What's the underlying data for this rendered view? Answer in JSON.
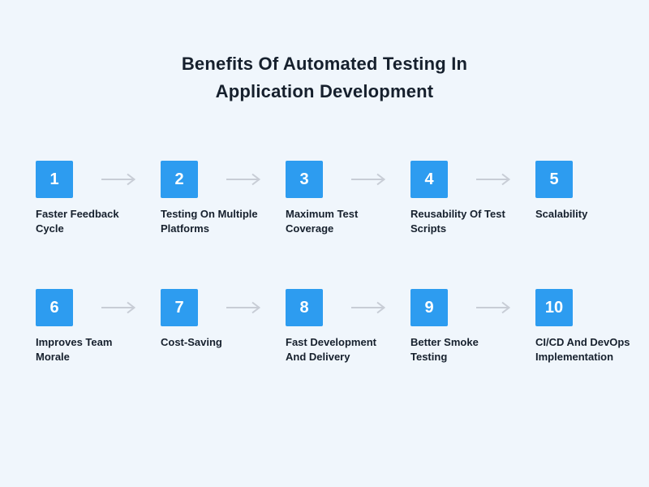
{
  "title": {
    "line1": "Benefits Of Automated Testing In",
    "line2": "Application Development"
  },
  "colors": {
    "bg": "#f0f6fc",
    "accent": "#2d9cf0",
    "text": "#16202d",
    "arrow": "#c8cdd6",
    "badge_text": "#ffffff"
  },
  "steps": [
    {
      "number": "1",
      "label": "Faster Feedback Cycle"
    },
    {
      "number": "2",
      "label": "Testing On Multiple Platforms"
    },
    {
      "number": "3",
      "label": "Maximum Test Coverage"
    },
    {
      "number": "4",
      "label": "Reusability Of Test Scripts"
    },
    {
      "number": "5",
      "label": "Scalability"
    },
    {
      "number": "6",
      "label": "Improves Team Morale"
    },
    {
      "number": "7",
      "label": "Cost-Saving"
    },
    {
      "number": "8",
      "label": "Fast Development And Delivery"
    },
    {
      "number": "9",
      "label": "Better Smoke Testing"
    },
    {
      "number": "10",
      "label": "CI/CD And DevOps Implementation"
    }
  ]
}
